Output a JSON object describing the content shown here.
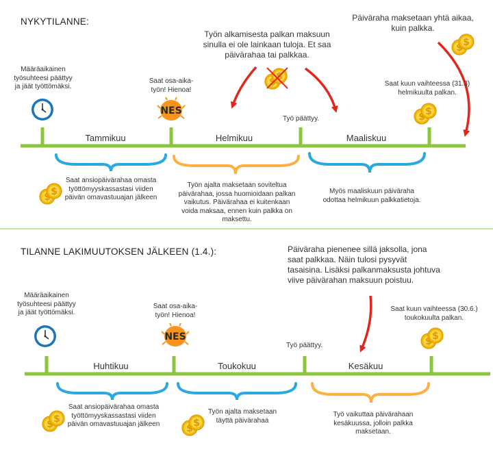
{
  "top": {
    "heading": "NYKYTILANNE:",
    "intro_note": "Työn alkamisesta palkan maksuun sinulla ei ole lainkaan tuloja. Et saa päivärahaa tai palkkaa.",
    "top_right_note": "Päiväraha maksetaan yhtä aikaa, kuin palkka.",
    "start_note": "Määräaikainen työsuhteesi päättyy ja jäät työttömäksi.",
    "job_start_note": "Saat osa-aika-työn! Hienoa!",
    "job_end_note": "Työ päättyy.",
    "salary_note": "Saat kuun vaihteessa (31.3) helmikuulta palkan.",
    "months": [
      "Tammikuu",
      "Helmikuu",
      "Maaliskuu"
    ],
    "bottom_notes": [
      "Saat ansiopäivärahaa omasta työttömyyskassastasi viiden päivän omavastuuajan jälkeen",
      "Työn ajalta maksetaan soviteltua päivärahaa, jossa huomioidaan palkan vaikutus. Päivärahaa ei kuitenkaan voida maksaa, ennen kuin palkka on maksettu.",
      "Myös maaliskuun päiväraha odottaa helmikuun palkkatietoja."
    ]
  },
  "bottom": {
    "heading": "TILANNE LAKIMUUTOKSEN JÄLKEEN (1.4.):",
    "intro_note": "Päiväraha pienenee sillä jaksolla, jona saat palkkaa. Näin tulosi pysyvät tasaisina. Lisäksi palkanmaksusta johtuva viive päivärahan maksuun poistuu.",
    "start_note": "Määräaikainen työsuhteesi päättyy ja jäät työttömäksi.",
    "job_start_note": "Saat osa-aika-työn! Hienoa!",
    "job_end_note": "Työ päättyy.",
    "salary_note": "Saat kuun vaihteessa (30.6.) toukokuulta palkan.",
    "months": [
      "Huhtikuu",
      "Toukokuu",
      "Kesäkuu"
    ],
    "bottom_notes": [
      "Saat ansiopäivärahaa omasta työttömyyskassastasi viiden päivän omavastuuajan jälkeen",
      "Työn ajalta maksetaan täyttä päivärahaa",
      "Työ vaikuttaa päivärahaan kesäkuussa, jolloin palkka maksetaan."
    ]
  },
  "colors": {
    "timeline": "#8cc63f",
    "divider": "#8cc63f",
    "brace_blue": "#29a9e1",
    "brace_orange": "#fbb040",
    "arrow": "#e1261c",
    "coin": "#f7c31c",
    "clock_face": "#1b75bb"
  },
  "icons": [
    "clock-icon",
    "job-logo-icon",
    "coin-icon",
    "crossed-coin-icon",
    "red-arrow-icon"
  ]
}
